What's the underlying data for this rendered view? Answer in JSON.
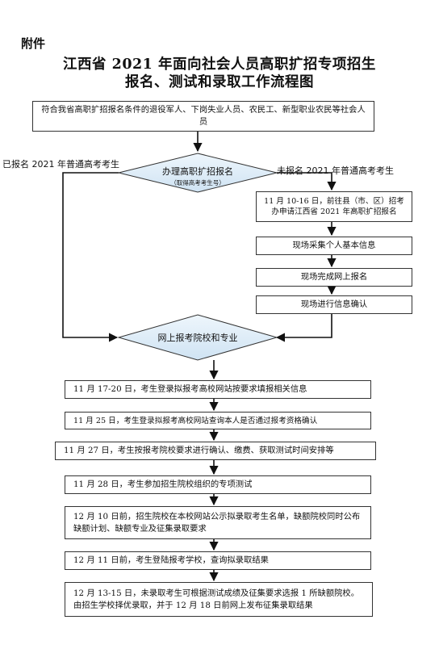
{
  "attachment_label": "附件",
  "title_line1": "江西省 2021 年面向社会人员高职扩招专项招生",
  "title_line2": "报名、测试和录取工作流程图",
  "eligibility_box": "符合我省高职扩招报名条件的退役军人、下岗失业人员、农民工、新型职业农民等社会人员",
  "decision1": {
    "label": "办理高职扩招报名",
    "sublabel": "（取得高考考生号）"
  },
  "branch_left_label": "已报名 2021 年普通高考考生",
  "branch_right_label": "未报名 2021 年普通高考考生",
  "right_steps": [
    "11 月 10-16 日，前往县（市、区）招考办申请江西省 2021 年高职扩招报名",
    "现场采集个人基本信息",
    "现场完成网上报名",
    "现场进行信息确认"
  ],
  "decision2": {
    "label": "网上报考院校和专业"
  },
  "steps": [
    "11 月 17-20 日，考生登录拟报考高校网站按要求填报相关信息",
    "11 月 25 日，考生登录拟报考高校网站查询本人是否通过报考资格确认",
    "11 月 27 日，考生按报考院校要求进行确认、缴费、获取测试时间安排等",
    "11 月 28 日，考生参加招生院校组织的专项测试",
    "12 月 10 日前，招生院校在本校网站公示拟录取考生名单，缺额院校同时公布缺额计划、缺额专业及征集录取要求",
    "12 月 11 日前，考生登陆报考学校，查询拟录取结果",
    "12 月 13-15 日，未录取考生可根据测试成绩及征集要求选报 1 所缺额院校。由招生学校择优录取，并于 12 月 18 日前网上发布征集录取结果"
  ]
}
